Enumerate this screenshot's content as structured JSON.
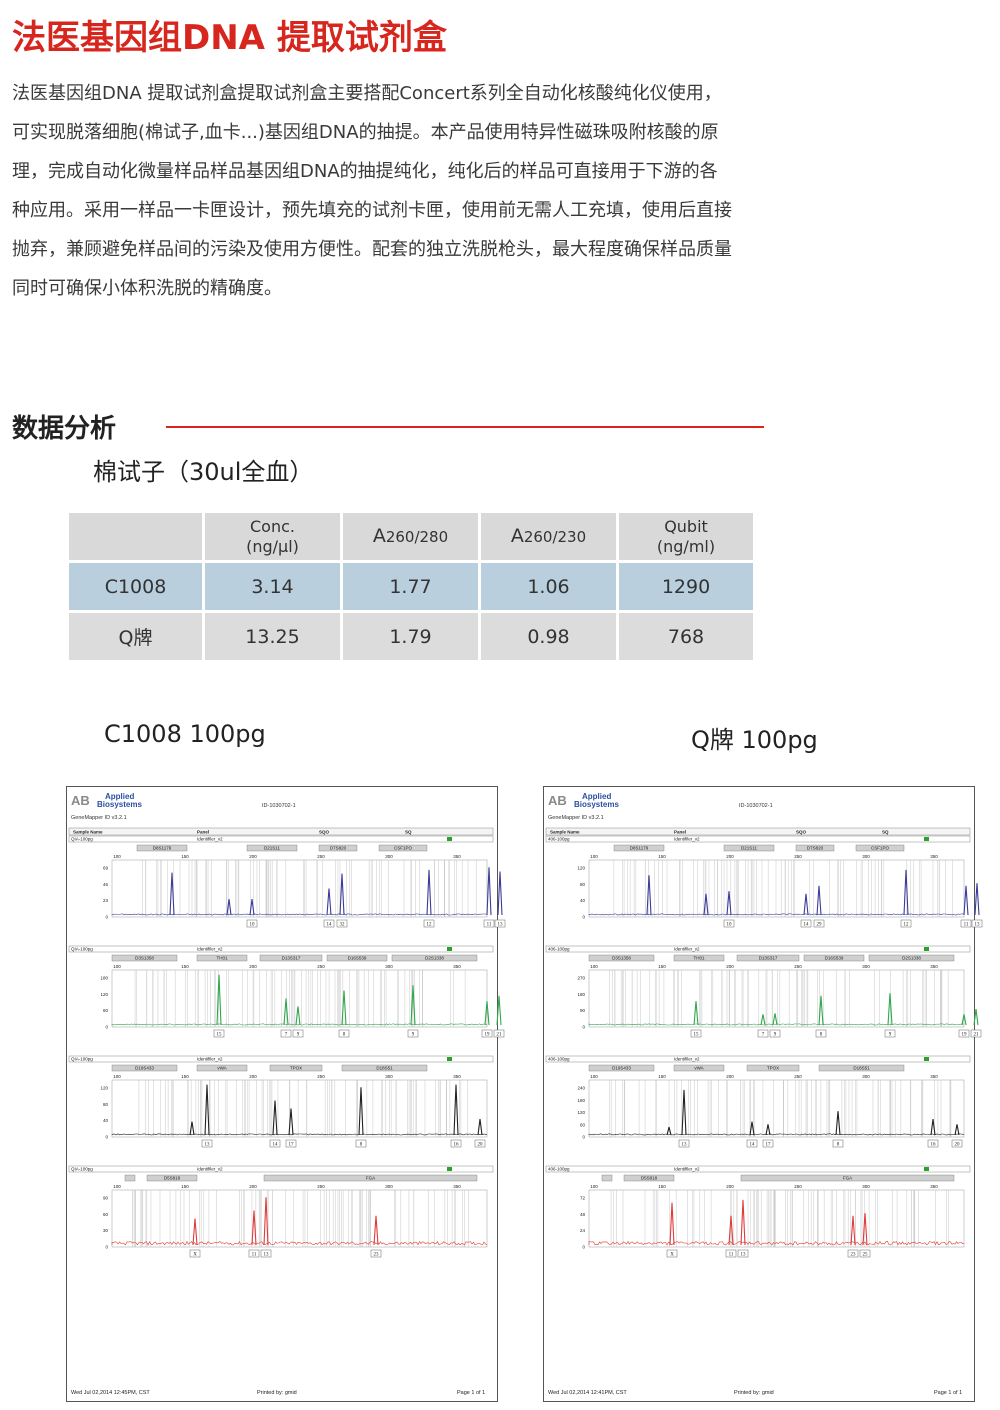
{
  "title": "法医基因组DNA 提取试剂盒",
  "description": "法医基因组DNA 提取试剂盒提取试剂盒主要搭配Concert系列全自动化核酸纯化仪使用，可实现脱落细胞(棉试子,血卡...)基因组DNA的抽提。本产品使用特异性磁珠吸附核酸的原理，完成自动化微量样品样品基因组DNA的抽提纯化，纯化后的样品可直接用于下游的各种应用。采用一样品一卡匣设计，预先填充的试剂卡匣，使用前无需人工充填，使用后直接抛弃，兼顾避免样品间的污染及使用方便性。配套的独立洗脱枪头，最大程度确保样品质量同时可确保小体积洗脱的精确度。",
  "section_title": "数据分析",
  "subheading": "棉试子（30ul全血）",
  "table": {
    "headers": [
      {
        "main": "",
        "sub": ""
      },
      {
        "main": "Conc.",
        "sub": "(ng/µl)"
      },
      {
        "main": "A",
        "sub": "260/280"
      },
      {
        "main": "A",
        "sub": "260/230"
      },
      {
        "main": "Qubit",
        "sub": "(ng/ml)"
      }
    ],
    "rows": [
      [
        "C1008",
        "3.14",
        "1.77",
        "1.06",
        "1290"
      ],
      [
        "Q牌",
        "13.25",
        "1.79",
        "0.98",
        "768"
      ]
    ]
  },
  "captions": [
    "C1008 100pg",
    "Q牌 100pg"
  ],
  "reports": [
    {
      "logo_mark": "AB",
      "logo_line1": "Applied",
      "logo_line2": "Biosystems",
      "id": "ID-1030702-1",
      "software": "GeneMapper ID v3.2.1",
      "cols": [
        "Sample Name",
        "Panel",
        "SQO",
        "SQ"
      ],
      "sample": "QIA-100pg",
      "panel": "Identifiler_v2",
      "footer_left": "Wed Jul 02,2014 12:45PM, CST",
      "footer_mid": "Printed by: gmid",
      "footer_right": "Page 1 of 1",
      "x_ticks": [
        "100",
        "150",
        "200",
        "250",
        "300",
        "350"
      ],
      "panels": [
        {
          "color": "#3b3b9a",
          "loci": [
            "D8S1179",
            "D21S11",
            "D7S820",
            "CSF1PO"
          ],
          "y_ticks": [
            "69",
            "46",
            "23",
            "0"
          ],
          "peaks": [
            {
              "x": 105,
              "h": 0.8
            },
            {
              "x": 162,
              "h": 0.3
            },
            {
              "x": 185,
              "h": 0.3
            },
            {
              "x": 262,
              "h": 0.5
            },
            {
              "x": 275,
              "h": 0.78
            },
            {
              "x": 362,
              "h": 0.85
            },
            {
              "x": 422,
              "h": 0.9
            },
            {
              "x": 433,
              "h": 0.82
            }
          ],
          "alleles": [
            "10",
            "14",
            "32",
            "12",
            "11",
            "13"
          ]
        },
        {
          "color": "#2fa84a",
          "loci": [
            "D3S1358",
            "TH01",
            "D13S317",
            "D16S539",
            "D2S1338"
          ],
          "y_ticks": [
            "180",
            "120",
            "60",
            "0"
          ],
          "peaks": [
            {
              "x": 152,
              "h": 0.95
            },
            {
              "x": 219,
              "h": 0.5
            },
            {
              "x": 231,
              "h": 0.35
            },
            {
              "x": 277,
              "h": 0.65
            },
            {
              "x": 346,
              "h": 0.75
            },
            {
              "x": 420,
              "h": 0.45
            },
            {
              "x": 432,
              "h": 0.55
            }
          ],
          "alleles": [
            "15",
            "7",
            "9",
            "8",
            "9",
            "19",
            "21"
          ]
        },
        {
          "color": "#222222",
          "loci": [
            "D19S433",
            "vWA",
            "TPOX",
            "D18S51"
          ],
          "y_ticks": [
            "120",
            "80",
            "40",
            "0"
          ],
          "peaks": [
            {
              "x": 125,
              "h": 0.25
            },
            {
              "x": 140,
              "h": 0.95
            },
            {
              "x": 208,
              "h": 0.65
            },
            {
              "x": 224,
              "h": 0.5
            },
            {
              "x": 294,
              "h": 0.9
            },
            {
              "x": 389,
              "h": 0.95
            },
            {
              "x": 413,
              "h": 0.3
            }
          ],
          "alleles": [
            "13",
            "14",
            "17",
            "8",
            "16",
            "20"
          ]
        },
        {
          "color": "#e03a3a",
          "loci": [
            "",
            "D5S818",
            "FGA"
          ],
          "y_ticks": [
            "90",
            "60",
            "30",
            "0"
          ],
          "peaks": [
            {
              "x": 128,
              "h": 0.5
            },
            {
              "x": 187,
              "h": 0.65
            },
            {
              "x": 199,
              "h": 0.9
            },
            {
              "x": 309,
              "h": 0.55
            }
          ],
          "alleles": [
            "X",
            "11",
            "13",
            "23"
          ]
        }
      ]
    },
    {
      "logo_mark": "AB",
      "logo_line1": "Applied",
      "logo_line2": "Biosystems",
      "id": "ID-1030702-1",
      "software": "GeneMapper ID v3.2.1",
      "cols": [
        "Sample Name",
        "Panel",
        "SQO",
        "SQ"
      ],
      "sample": "406-100pg",
      "panel": "Identifiler_v2",
      "footer_left": "Wed Jul 02,2014 12:41PM, CST",
      "footer_mid": "Printed by: gmid",
      "footer_right": "Page 1 of 1",
      "x_ticks": [
        "100",
        "150",
        "200",
        "250",
        "300",
        "350"
      ],
      "panels": [
        {
          "color": "#3b3b9a",
          "loci": [
            "D8S1179",
            "D21S11",
            "D7S820",
            "CSF1PO"
          ],
          "y_ticks": [
            "120",
            "80",
            "40",
            "0"
          ],
          "peaks": [
            {
              "x": 105,
              "h": 0.75
            },
            {
              "x": 162,
              "h": 0.4
            },
            {
              "x": 185,
              "h": 0.45
            },
            {
              "x": 262,
              "h": 0.4
            },
            {
              "x": 275,
              "h": 0.55
            },
            {
              "x": 362,
              "h": 0.85
            },
            {
              "x": 422,
              "h": 0.55
            },
            {
              "x": 433,
              "h": 0.6
            }
          ],
          "alleles": [
            "10",
            "14",
            "29",
            "12",
            "11",
            "13"
          ]
        },
        {
          "color": "#2fa84a",
          "loci": [
            "D3S1358",
            "TH01",
            "D13S317",
            "D16S539",
            "D2S1338"
          ],
          "y_ticks": [
            "270",
            "180",
            "90",
            "0"
          ],
          "peaks": [
            {
              "x": 152,
              "h": 0.45
            },
            {
              "x": 219,
              "h": 0.2
            },
            {
              "x": 231,
              "h": 0.22
            },
            {
              "x": 277,
              "h": 0.55
            },
            {
              "x": 346,
              "h": 0.6
            },
            {
              "x": 420,
              "h": 0.2
            },
            {
              "x": 432,
              "h": 0.3
            }
          ],
          "alleles": [
            "15",
            "7",
            "9",
            "8",
            "9",
            "19",
            "21"
          ]
        },
        {
          "color": "#222222",
          "loci": [
            "D19S433",
            "vWA",
            "TPOX",
            "D18S51"
          ],
          "y_ticks": [
            "240",
            "180",
            "120",
            "60",
            "0"
          ],
          "peaks": [
            {
              "x": 125,
              "h": 0.15
            },
            {
              "x": 140,
              "h": 0.85
            },
            {
              "x": 208,
              "h": 0.25
            },
            {
              "x": 224,
              "h": 0.2
            },
            {
              "x": 294,
              "h": 0.45
            },
            {
              "x": 389,
              "h": 0.3
            },
            {
              "x": 413,
              "h": 0.2
            }
          ],
          "alleles": [
            "13",
            "14",
            "17",
            "8",
            "16",
            "20"
          ]
        },
        {
          "color": "#e03a3a",
          "loci": [
            "",
            "D5S818",
            "FGA"
          ],
          "y_ticks": [
            "72",
            "48",
            "24",
            "0"
          ],
          "peaks": [
            {
              "x": 128,
              "h": 0.8
            },
            {
              "x": 187,
              "h": 0.55
            },
            {
              "x": 199,
              "h": 0.85
            },
            {
              "x": 309,
              "h": 0.55
            },
            {
              "x": 321,
              "h": 0.6
            }
          ],
          "alleles": [
            "X",
            "11",
            "13",
            "23",
            "25"
          ]
        }
      ]
    }
  ]
}
